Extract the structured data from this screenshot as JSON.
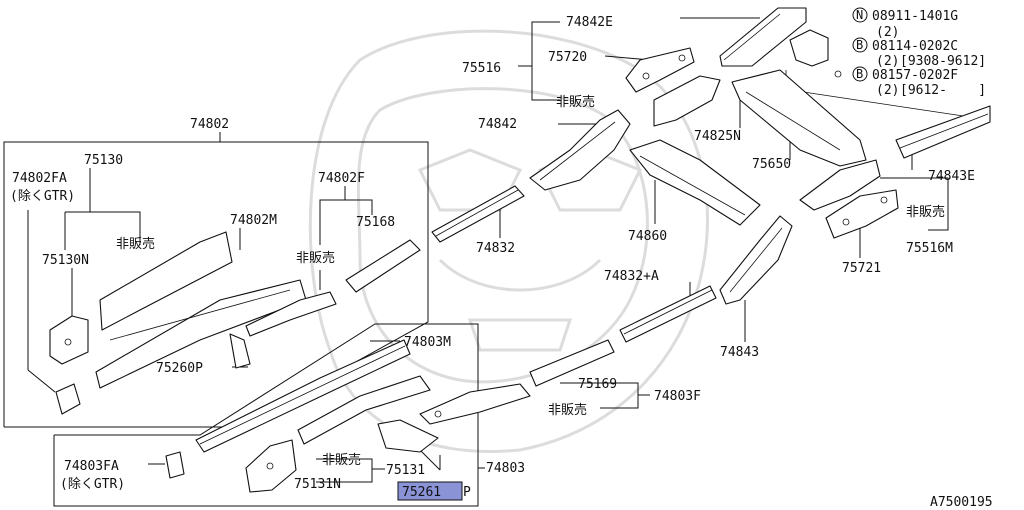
{
  "diagram_id": "A7500195",
  "highlight_color": "#8a93d6",
  "labels": {
    "p74842E": "74842E",
    "p75720": "75720",
    "p75516": "75516",
    "nonsale_top": "非販売",
    "p74842": "74842",
    "p74825N": "74825N",
    "p75650": "75650",
    "p74843E": "74843E",
    "nonsale_right": "非販売",
    "p75516M": "75516M",
    "p75721": "75721",
    "p74802": "74802",
    "p75130": "75130",
    "p74802FA": "74802FA",
    "excl_gtr_1": "(除くGTR)",
    "nonsale_left": "非販売",
    "p75130N": "75130N",
    "p74802M": "74802M",
    "p74802F": "74802F",
    "p75168": "75168",
    "nonsale_mid": "非販売",
    "p74832": "74832",
    "p74860": "74860",
    "p74832A": "74832+A",
    "p74843": "74843",
    "p74803M": "74803M",
    "p75260P": "75260P",
    "p75169": "75169",
    "p74803F": "74803F",
    "nonsale_lower": "非販売",
    "p74803FA": "74803FA",
    "excl_gtr_2": "(除くGTR)",
    "nonsale_bottom": "非販売",
    "p75131": "75131",
    "p74803": "74803",
    "p75131N": "75131N",
    "p75261P_main": "75261",
    "p75261P_suffix": "P"
  },
  "fasteners": [
    {
      "symbol": "N",
      "code": "08911-1401G",
      "qty": "(2)",
      "range": ""
    },
    {
      "symbol": "B",
      "code": "08114-0202C",
      "qty": "(2)",
      "range": "[9308-9612]"
    },
    {
      "symbol": "B",
      "code": "08157-0202F",
      "qty": "(2)",
      "range": "[9612-    ]"
    }
  ]
}
